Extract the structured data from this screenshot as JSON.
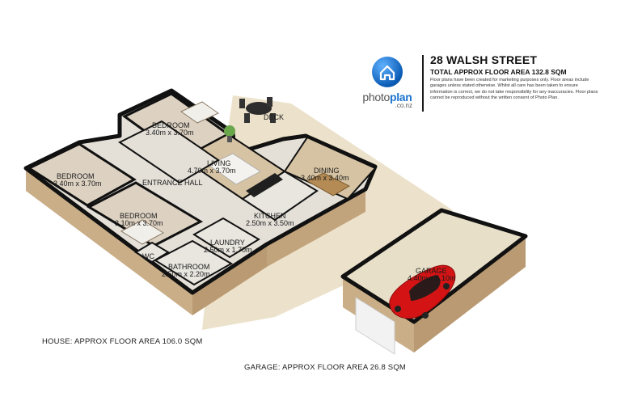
{
  "header": {
    "title": "28 WALSH STREET",
    "subtitle": "TOTAL APPROX FLOOR AREA 132.8 SQM",
    "disclaimer": "Floor plans have been created for marketing purposes only. Floor areas include garages unless stated otherwise. Whilst all care has been taken to ensure information is correct, we do not take responsibility for any inaccuracies. Floor plans cannot be reproduced without the written consent of Photo Plan.",
    "logo_main": "photoplan",
    "logo_sub": ".co.nz"
  },
  "rooms": {
    "bedroom_top": {
      "name": "BEDROOM",
      "dims": "3.40m x 3.70m"
    },
    "deck": {
      "name": "DECK"
    },
    "living": {
      "name": "LIVING",
      "dims": "4.70m x 3.70m"
    },
    "dining": {
      "name": "DINING",
      "dims": "3.40m x 3.40m"
    },
    "bedroom_left": {
      "name": "BEDROOM",
      "dims": "3.40m x 3.70m"
    },
    "entrance_hall": {
      "name": "ENTRANCE HALL"
    },
    "bedroom_mid": {
      "name": "BEDROOM",
      "dims": "3.10m x 3.70m"
    },
    "kitchen": {
      "name": "KITCHEN",
      "dims": "2.50m x 3.50m"
    },
    "laundry": {
      "name": "LAUNDRY",
      "dims": "2.50m x 1.70m"
    },
    "wc": {
      "name": "WC"
    },
    "bathroom": {
      "name": "BATHROOM",
      "dims": "2.50m x 2.20m"
    },
    "garage": {
      "name": "GARAGE",
      "dims": "4.40m x 6.10m"
    }
  },
  "areas": {
    "house": "HOUSE: APPROX FLOOR AREA 106.0 SQM",
    "garage": "GARAGE: APPROX FLOOR AREA 26.8 SQM"
  },
  "colors": {
    "deck": "#e9dcc3",
    "floor_light": "#e6e3dd",
    "floor_wood": "#d9c7a8",
    "wall_top": "#111111",
    "wall_face": "#c8ae8a",
    "car": "#d41414"
  }
}
